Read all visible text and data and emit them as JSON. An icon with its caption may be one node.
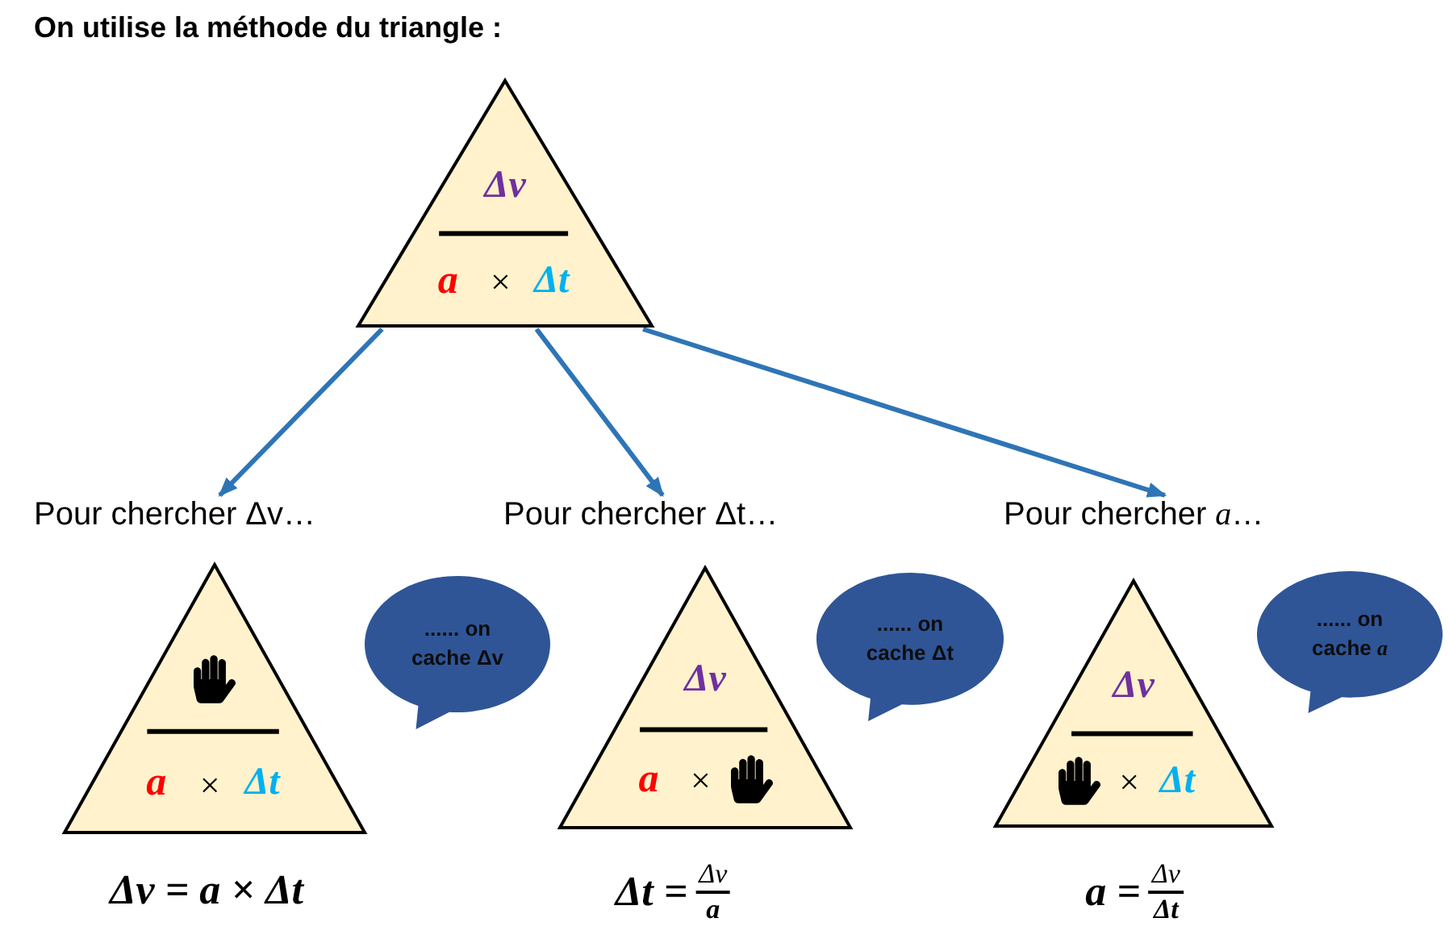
{
  "diagram": {
    "title": "On utilise la méthode du triangle :",
    "nodes": [
      {
        "text": [
          "Δv",
          "a",
          "×",
          "Δt"
        ]
      },
      {
        "text": [
          "Pour chercher Δv…"
        ]
      },
      {
        "text": [
          "a",
          "×",
          "Δt"
        ],
        "beside": [
          "Δv = a × Δt"
        ]
      },
      {
        "text": [
          "...... on cache Δv"
        ]
      },
      {
        "text": [
          "Pour chercher Δt…"
        ]
      },
      {
        "text": [
          "Δv",
          "a",
          "×"
        ],
        "beside": [
          "Δt =",
          "Δv",
          "a"
        ]
      },
      {
        "text": [
          "...... on cache Δt"
        ]
      },
      {
        "text": [
          "Pour chercher *a*…"
        ]
      },
      {
        "text": [
          "Δv",
          "×",
          "Δt"
        ],
        "beside": [
          "a =",
          "Δv",
          "Δt"
        ]
      },
      {
        "text": [
          "...... on cache *a*"
        ]
      }
    ],
    "edges": [
      {
        "from": 0,
        "to": 1,
        "arrow": "to"
      },
      {
        "from": 0,
        "to": 4,
        "arrow": "to"
      },
      {
        "from": 0,
        "to": 7,
        "arrow": "to"
      }
    ]
  }
}
